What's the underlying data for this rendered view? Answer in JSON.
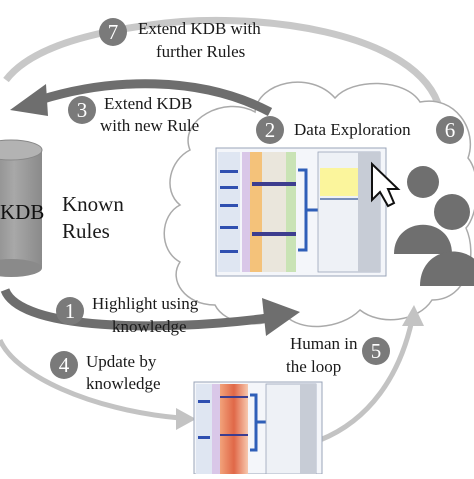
{
  "steps": {
    "s7": {
      "number": "7",
      "line1": "Extend KDB with",
      "line2": "further Rules"
    },
    "s3": {
      "number": "3",
      "line1": "Extend KDB",
      "line2": "with new Rule"
    },
    "s2": {
      "number": "2",
      "label": "Data Exploration"
    },
    "s6": {
      "number": "6"
    },
    "s1": {
      "number": "1",
      "line1": "Highlight using",
      "line2": "knowledge"
    },
    "s4": {
      "number": "4",
      "line1": "Update by",
      "line2": "knowledge"
    },
    "s5": {
      "number": "5",
      "line1": "Human in",
      "line2": "the loop"
    }
  },
  "kdb": {
    "label": "KDB"
  },
  "known_rules": {
    "line1": "Known",
    "line2": "Rules"
  },
  "colors": {
    "arrow_dark": "#6e6e6e",
    "arrow_light": "#c3c3c3",
    "cloud_stroke": "#aaaaaa",
    "badge": "#7a7a7a",
    "cylinder": "#8c8c8c",
    "people": "#6f6f6f"
  }
}
